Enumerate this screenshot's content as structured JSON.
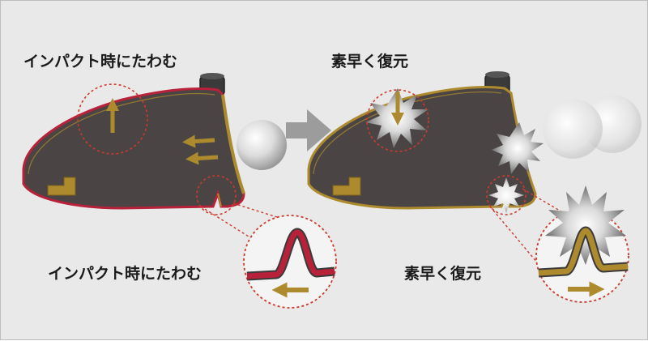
{
  "labels": {
    "flex_top": "インパクト時にたわむ",
    "restore_top": "素早く復元",
    "flex_bottom": "インパクト時にたわむ",
    "restore_bottom": "素早く復元"
  },
  "colors": {
    "background": "#e9e9e9",
    "head_body": "#4a4544",
    "flex_edge": "#b8213a",
    "gold": "#ad8a2e",
    "callout_circle": "#cc3a2c",
    "arrow_gray": "#9c9c9c"
  },
  "icons": {
    "transition": "right-arrow-icon",
    "impact": "starburst-icon",
    "ball": "golf-ball-icon"
  }
}
